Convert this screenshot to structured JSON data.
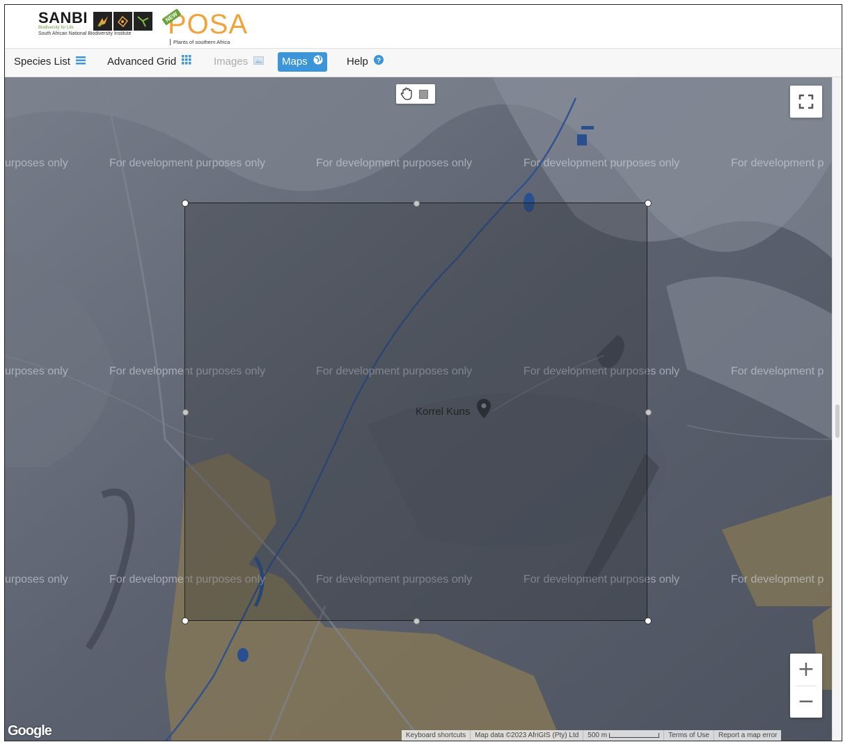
{
  "header": {
    "sanbi_logo_text": "SANBI",
    "sanbi_tagline": "Biodiversity for Life",
    "sanbi_full_name": "South African National Biodiversity Institute",
    "posa_new_badge": "NEW",
    "posa_logo_text": "POSA",
    "posa_subtitle": "Plants of southern Africa"
  },
  "nav": {
    "items": [
      {
        "label": "Species List",
        "icon": "list-icon",
        "state": "normal"
      },
      {
        "label": "Advanced Grid",
        "icon": "grid-icon",
        "state": "normal"
      },
      {
        "label": "Images",
        "icon": "image-icon",
        "state": "disabled"
      },
      {
        "label": "Maps",
        "icon": "globe-icon",
        "state": "active"
      },
      {
        "label": "Help",
        "icon": "question-icon",
        "state": "normal"
      }
    ],
    "active_color": "#3b95d8"
  },
  "map": {
    "watermark_text": "For development purposes only",
    "watermark_clipped_left": "urposes only",
    "watermark_clipped_right": "For development p",
    "place_label": "Korrel Kuns",
    "attribution": {
      "keyboard": "Keyboard shortcuts",
      "map_data": "Map data ©2023 AfriGIS (Pty) Ltd",
      "scale": "500 m",
      "terms": "Terms of Use",
      "report": "Report a map error"
    },
    "google_logo": "Google",
    "zoom_in": "+",
    "zoom_out": "−",
    "colors": {
      "terrain": "#5e6472",
      "sand_overlay": "#8a7a55",
      "water": "#2a4f8f"
    }
  }
}
